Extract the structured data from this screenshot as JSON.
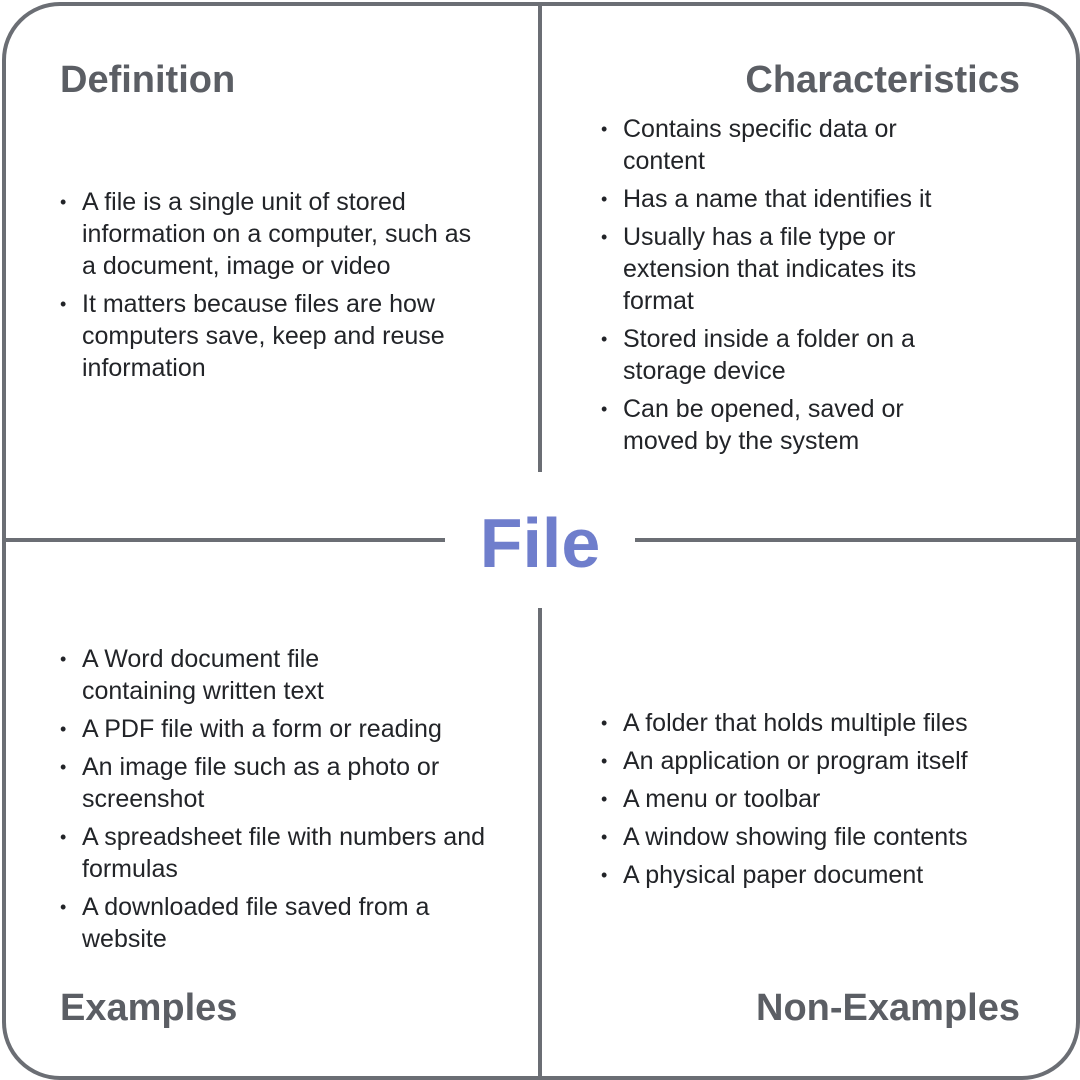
{
  "center_term": "File",
  "colors": {
    "border": "#6b6e74",
    "heading": "#5b5e64",
    "body_text": "#222428",
    "center_term": "#6f7ecc"
  },
  "quadrants": {
    "definition": {
      "title": "Definition",
      "items": [
        "A file is a single unit of stored information on a computer, such as a document, image or video",
        "It matters because files are how computers save, keep and reuse information"
      ]
    },
    "characteristics": {
      "title": "Characteristics",
      "items": [
        "Contains specific data or content",
        "Has a name that identifies it",
        "Usually has a file type or extension that indicates its format",
        "Stored inside a folder on a storage device",
        "Can be opened, saved or moved by the system"
      ]
    },
    "examples": {
      "title": "Examples",
      "items": [
        "A Word document file containing written text",
        "A PDF file with a form or reading",
        "An image file such as a photo or screenshot",
        "A spreadsheet file with numbers and formulas",
        "A downloaded file saved from a website"
      ]
    },
    "non_examples": {
      "title": "Non-Examples",
      "items": [
        "A folder that holds multiple files",
        "An application or program itself",
        "A menu or toolbar",
        "A window showing file contents",
        "A physical paper document"
      ]
    }
  }
}
